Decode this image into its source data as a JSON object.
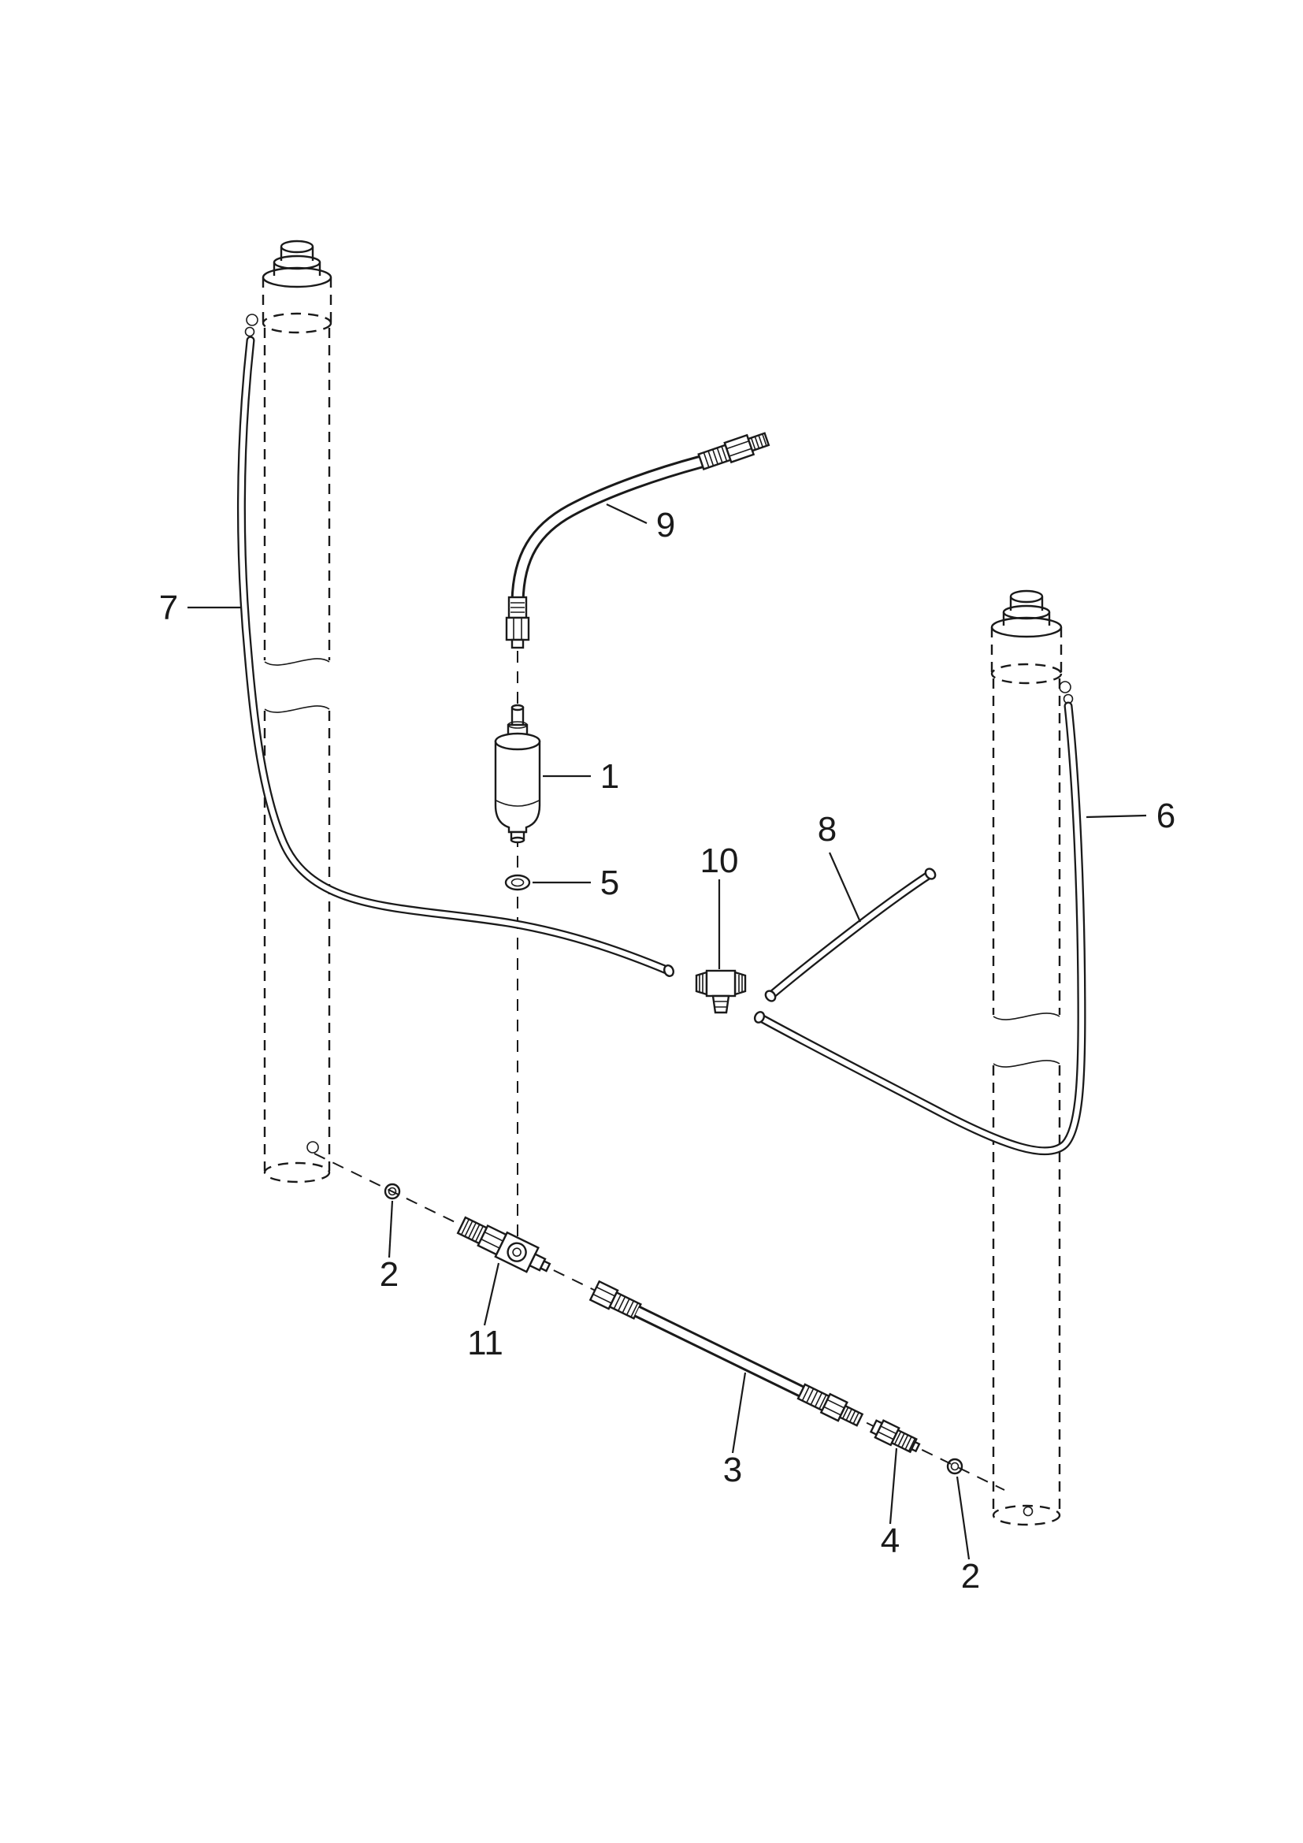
{
  "page": {
    "background": "#ffffff",
    "line_color": "#1a1a1a"
  },
  "diagram": {
    "callouts": {
      "part1": "1",
      "part2_left": "2",
      "part2_right": "2",
      "part3": "3",
      "part4": "4",
      "part5": "5",
      "part6": "6",
      "part7": "7",
      "part8": "8",
      "part9": "9",
      "part10": "10",
      "part11": "11"
    }
  }
}
